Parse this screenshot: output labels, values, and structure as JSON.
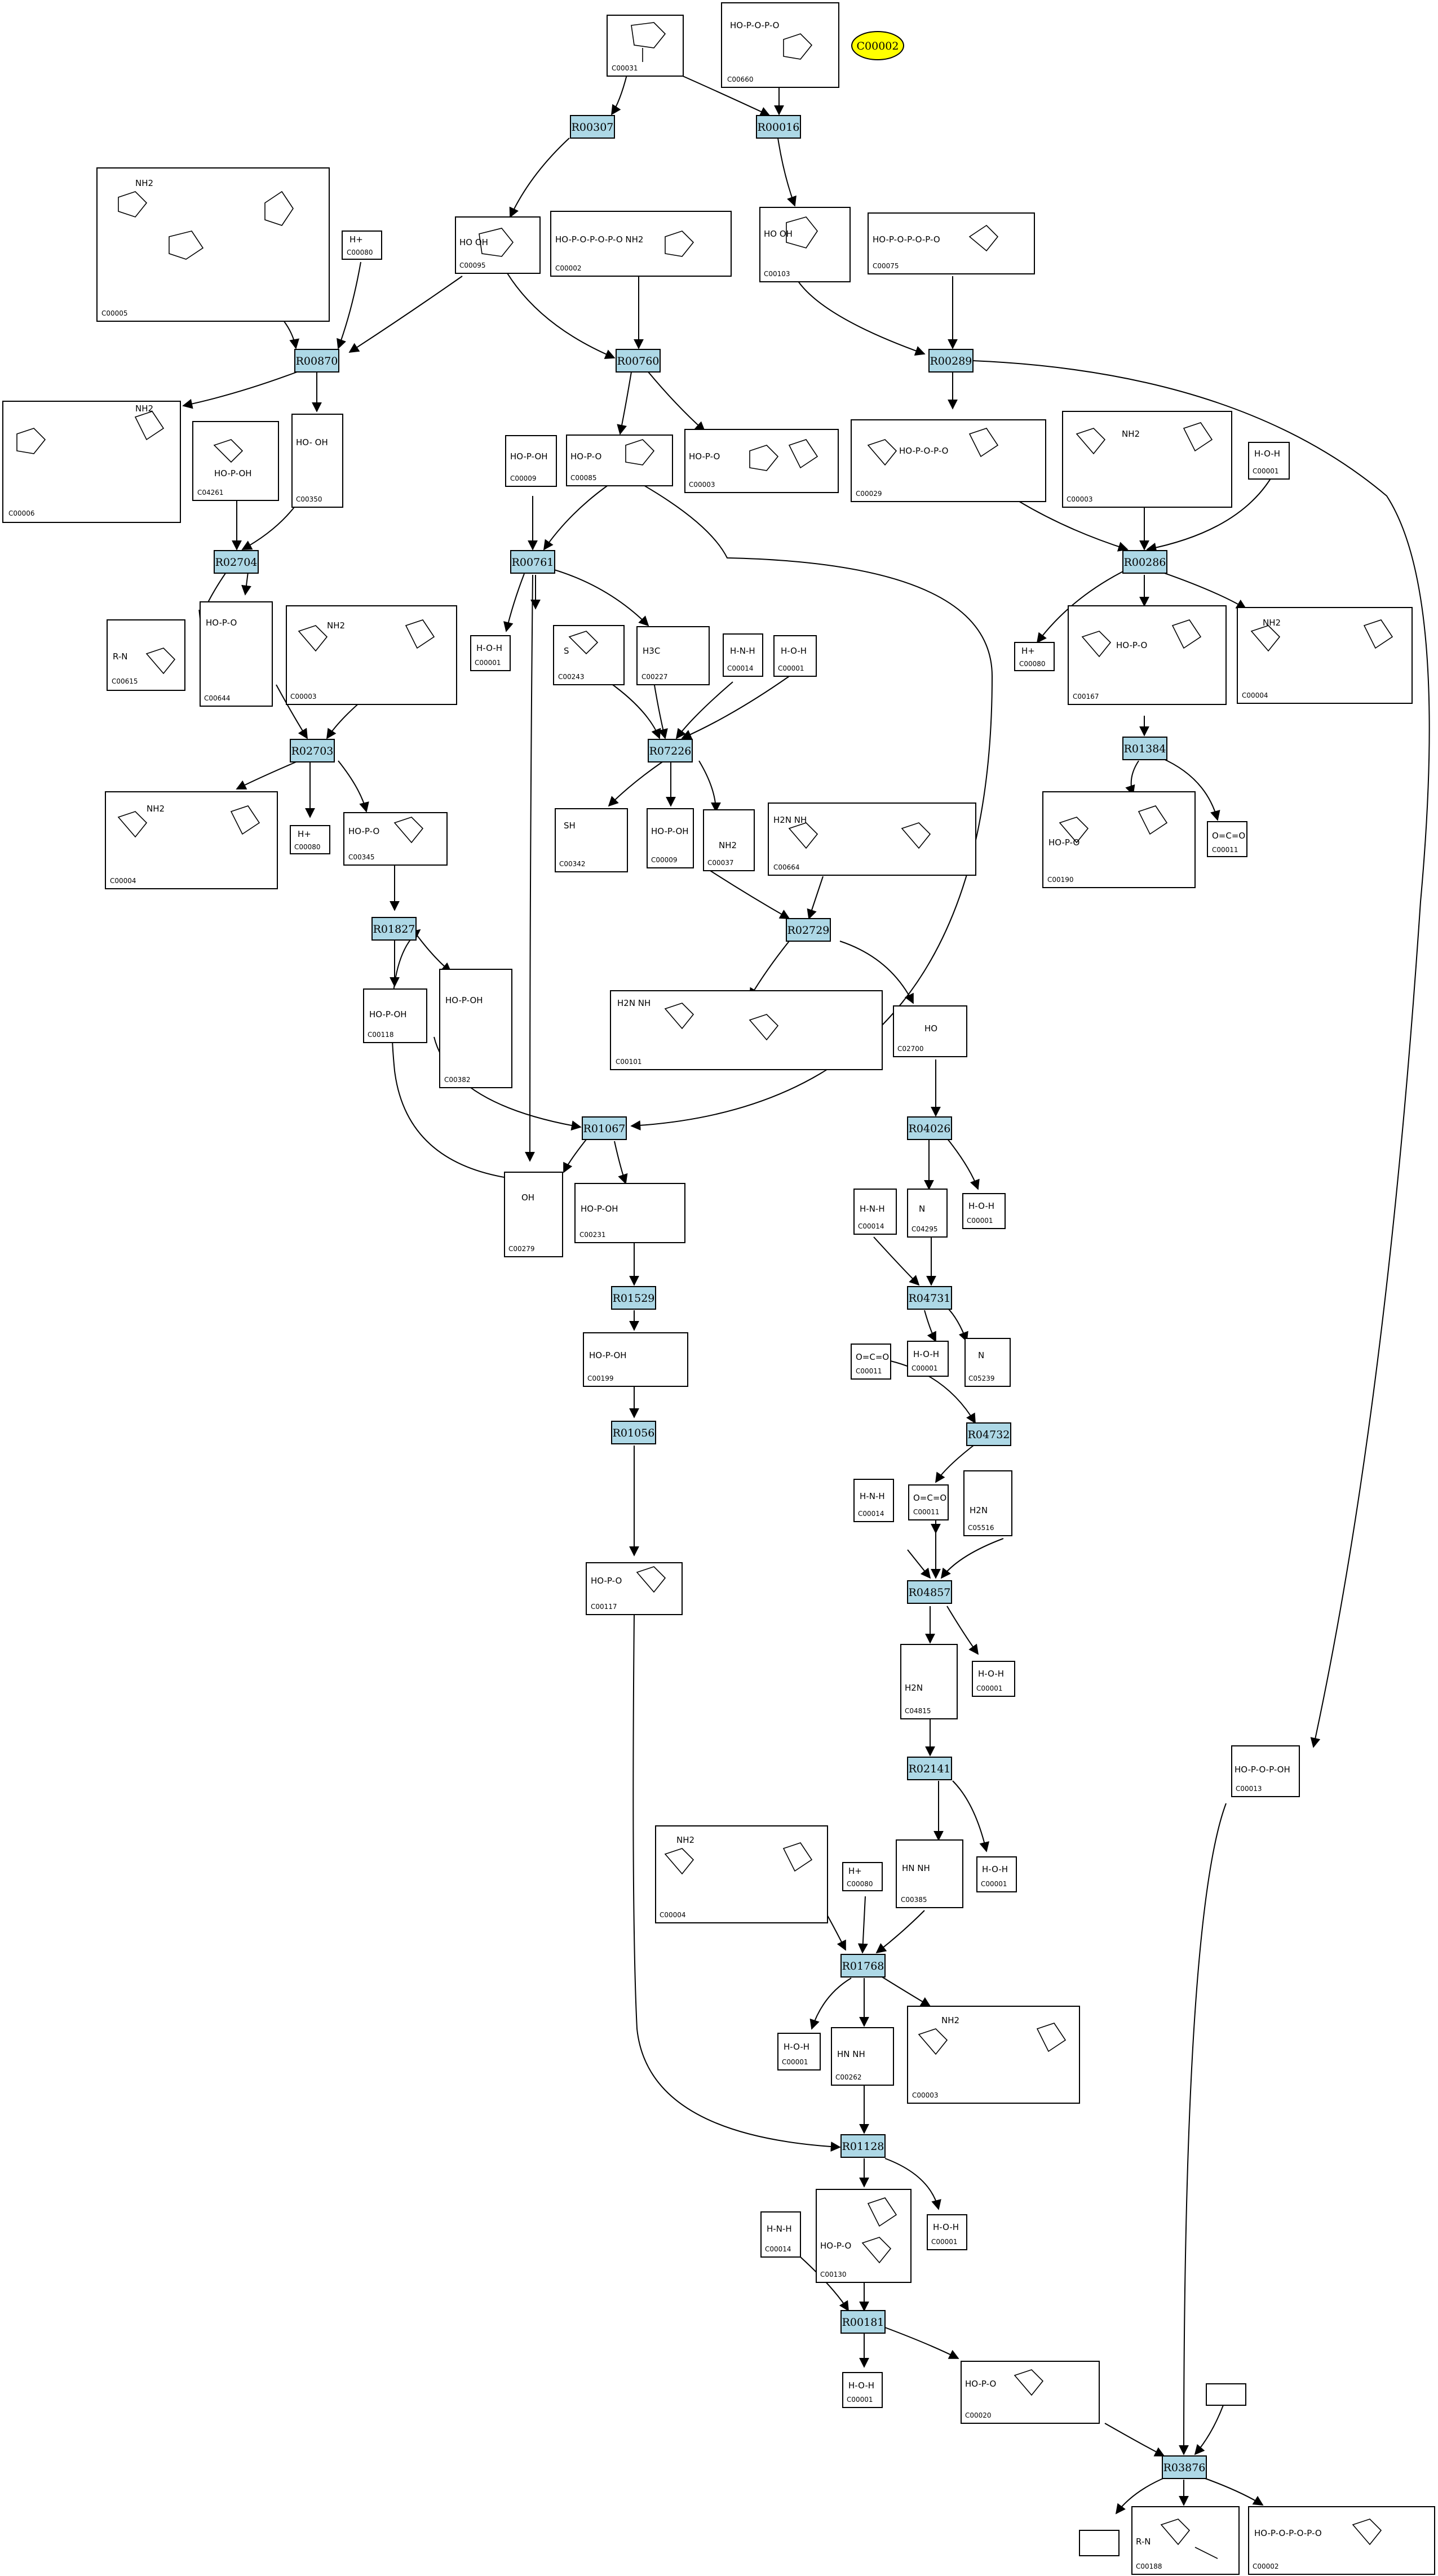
{
  "legend": {
    "label": "C00002",
    "color": "#ffff00"
  },
  "colors": {
    "reaction_fill": "#add8e6",
    "compound_fill": "#ffffff",
    "edge": "#000000"
  },
  "reactions": [
    "R00307",
    "R00016",
    "R00870",
    "R00760",
    "R00289",
    "R02704",
    "R00761",
    "R00286",
    "R02703",
    "R07226",
    "R01384",
    "R01827",
    "R02729",
    "R01067",
    "R04026",
    "R04731",
    "R01529",
    "R04732",
    "R01056",
    "R04857",
    "R02141",
    "R01768",
    "R01128",
    "R00181",
    "R03876"
  ],
  "compounds": {
    "c00031": {
      "id": "C00031",
      "formula": ""
    },
    "c00660": {
      "id": "C00660",
      "formula": "HO-P-O-P-O"
    },
    "c00005": {
      "id": "C00005",
      "formula": "NH2"
    },
    "c00080a": {
      "id": "C00080",
      "formula": "H+"
    },
    "c00095": {
      "id": "C00095",
      "formula": "HO OH"
    },
    "c00002a": {
      "id": "C00002",
      "formula": "HO-P-O-P-O-P-O NH2"
    },
    "c00103": {
      "id": "C00103",
      "formula": "HO OH"
    },
    "c00075": {
      "id": "C00075",
      "formula": "HO-P-O-P-O-P-O"
    },
    "c00006": {
      "id": "C00006",
      "formula": "NH2"
    },
    "c04261": {
      "id": "C04261",
      "formula": "HO-P-OH"
    },
    "c00350": {
      "id": "C00350",
      "formula": "HO- OH"
    },
    "c00009a": {
      "id": "C00009",
      "formula": "HO-P-OH"
    },
    "c00085": {
      "id": "C00085",
      "formula": "HO-P-O"
    },
    "c00003a": {
      "id": "C00003",
      "formula": "HO-P-O"
    },
    "c00029": {
      "id": "C00029",
      "formula": "HO-P-O-P-O"
    },
    "c00003b": {
      "id": "C00003",
      "formula": "NH2"
    },
    "c00001a": {
      "id": "C00001",
      "formula": "H-O-H"
    },
    "c00615": {
      "id": "C00615",
      "formula": "R-N"
    },
    "c00644": {
      "id": "C00644",
      "formula": "HO-P-O"
    },
    "c00003c": {
      "id": "C00003",
      "formula": "NH2"
    },
    "c00001b": {
      "id": "C00001",
      "formula": "H-O-H"
    },
    "c00243": {
      "id": "C00243",
      "formula": "S"
    },
    "c00227": {
      "id": "C00227",
      "formula": "H3C"
    },
    "c00014a": {
      "id": "C00014",
      "formula": "H-N-H"
    },
    "c00001c": {
      "id": "C00001",
      "formula": "H-O-H"
    },
    "c00080b": {
      "id": "C00080",
      "formula": "H+"
    },
    "c00167": {
      "id": "C00167",
      "formula": "HO-P-O"
    },
    "c00004a": {
      "id": "C00004",
      "formula": "NH2"
    },
    "c00004b": {
      "id": "C00004",
      "formula": "NH2"
    },
    "c00080c": {
      "id": "C00080",
      "formula": "H+"
    },
    "c00345": {
      "id": "C00345",
      "formula": "HO-P-O"
    },
    "c00342": {
      "id": "C00342",
      "formula": "SH"
    },
    "c00009b": {
      "id": "C00009",
      "formula": "HO-P-OH"
    },
    "c00037": {
      "id": "C00037",
      "formula": "NH2"
    },
    "c00664": {
      "id": "C00664",
      "formula": "H2N NH"
    },
    "c00190": {
      "id": "C00190",
      "formula": "HO-P-O"
    },
    "c00011a": {
      "id": "C00011",
      "formula": "O=C=O"
    },
    "c00118": {
      "id": "C00118",
      "formula": "HO-P-OH"
    },
    "c00382": {
      "id": "C00382",
      "formula": "HO-P-OH"
    },
    "c00101": {
      "id": "C00101",
      "formula": "H2N NH"
    },
    "c02700": {
      "id": "C02700",
      "formula": "HO"
    },
    "c00279": {
      "id": "C00279",
      "formula": "OH"
    },
    "c00231": {
      "id": "C00231",
      "formula": "HO-P-OH"
    },
    "c00014b": {
      "id": "C00014",
      "formula": "H-N-H"
    },
    "c04295": {
      "id": "C04295",
      "formula": "N"
    },
    "c00001d": {
      "id": "C00001",
      "formula": "H-O-H"
    },
    "c00001e": {
      "id": "C00001",
      "formula": "H-O-H"
    },
    "c05239": {
      "id": "C05239",
      "formula": "N"
    },
    "c00199": {
      "id": "C00199",
      "formula": "HO-P-OH"
    },
    "c00011b": {
      "id": "C00011",
      "formula": "O=C=O"
    },
    "c00014c": {
      "id": "C00014",
      "formula": "H-N-H"
    },
    "c00011c": {
      "id": "C00011",
      "formula": "O=C=O"
    },
    "c05516": {
      "id": "C05516",
      "formula": "H2N"
    },
    "c00117": {
      "id": "C00117",
      "formula": "HO-P-O"
    },
    "c04815": {
      "id": "C04815",
      "formula": "H2N"
    },
    "c00001f": {
      "id": "C00001",
      "formula": "H-O-H"
    },
    "c00013": {
      "id": "C00013",
      "formula": "HO-P-O-P-OH"
    },
    "c00004c": {
      "id": "C00004",
      "formula": "NH2"
    },
    "c00080d": {
      "id": "C00080",
      "formula": "H+"
    },
    "c00385": {
      "id": "C00385",
      "formula": "HN NH"
    },
    "c00001g": {
      "id": "C00001",
      "formula": "H-O-H"
    },
    "c00001h": {
      "id": "C00001",
      "formula": "H-O-H"
    },
    "c00262": {
      "id": "C00262",
      "formula": "HN NH"
    },
    "c00003d": {
      "id": "C00003",
      "formula": "NH2"
    },
    "c00001i": {
      "id": "C00001",
      "formula": "H-O-H"
    },
    "c00014d": {
      "id": "C00014",
      "formula": "H-N-H"
    },
    "c00130": {
      "id": "C00130",
      "formula": "HO-P-O"
    },
    "c00001j": {
      "id": "C00001",
      "formula": "H-O-H"
    },
    "c00020": {
      "id": "C00020",
      "formula": "HO-P-O"
    },
    "c00188": {
      "id": "C00188",
      "formula": "R-N"
    },
    "c00002b": {
      "id": "C00002",
      "formula": "HO-P-O-P-O-P-O"
    }
  }
}
